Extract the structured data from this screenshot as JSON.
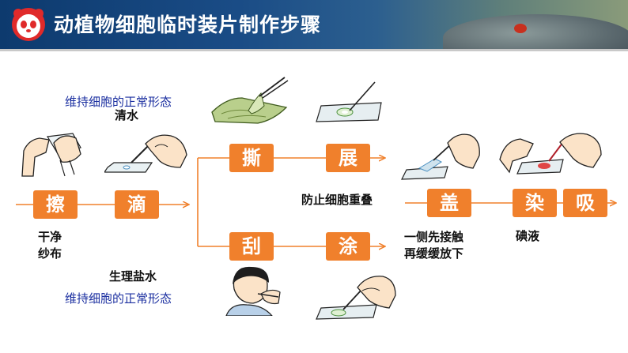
{
  "title": "动植物细胞临时装片制作步骤",
  "icons": [
    "panda-logo-icon",
    "ladybug-icon"
  ],
  "colors": {
    "step": "#f0802c",
    "arrow": "#f0802c",
    "note": "#1b2fa0",
    "header": "#1a4c86"
  },
  "steps": {
    "ca": "擦",
    "di": "滴",
    "si": "撕",
    "zhan": "展",
    "gua": "刮",
    "tu": "涂",
    "gai": "盖",
    "ran": "染",
    "xi": "吸"
  },
  "labels": {
    "ca_line1": "干净",
    "ca_line2": "纱布",
    "plant_note": "维持细胞的正常形态",
    "plant_liquid": "清水",
    "animal_liquid": "生理盐水",
    "animal_note": "维持细胞的正常形态",
    "zhan_note": "防止细胞重叠",
    "gai_line1": "一侧先接触",
    "gai_line2": "再缓缓放下",
    "ran_note": "碘液"
  }
}
